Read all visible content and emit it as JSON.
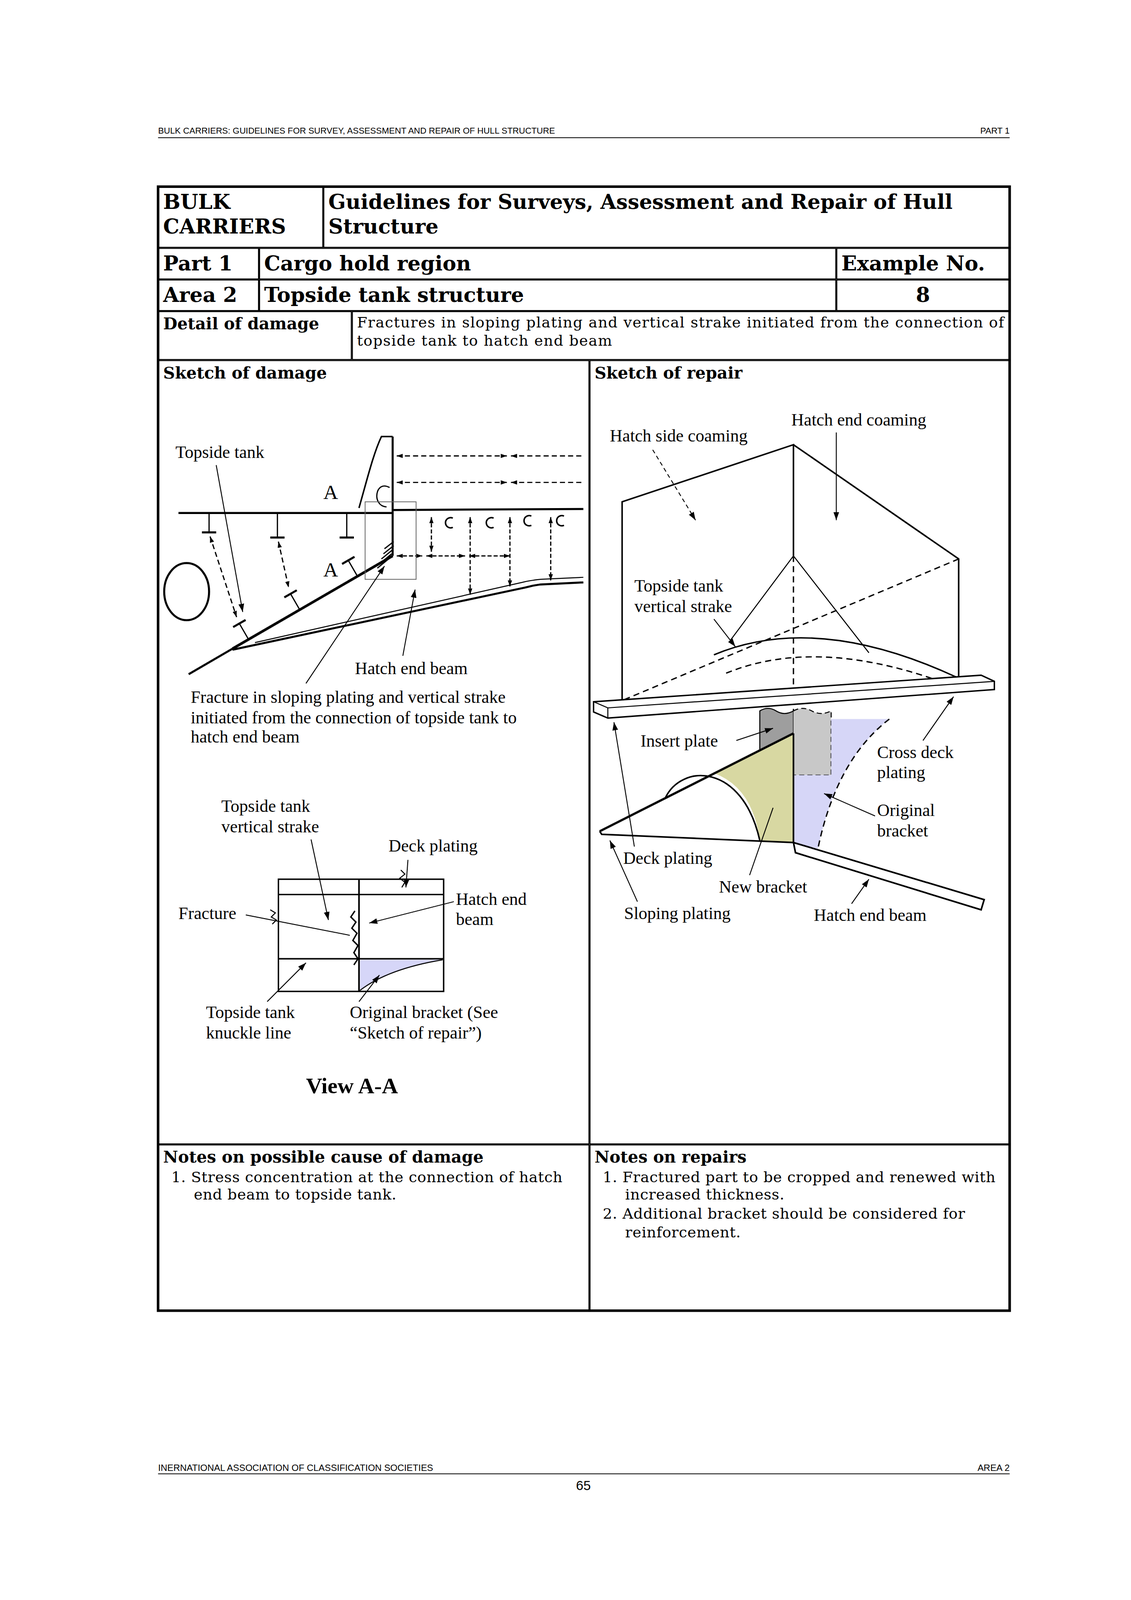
{
  "diagram": {
    "nodes": [
      {
        "text": [
          "BULK CARRIERS"
        ]
      },
      {
        "text": [
          "Guidelines for Surveys, Assessment and Repair of Hull Structure"
        ]
      },
      {
        "text": [
          "Part 1"
        ]
      },
      {
        "text": [
          "Cargo hold region"
        ]
      },
      {
        "text": [
          "Example No."
        ]
      },
      {
        "text": [
          "Area 2"
        ]
      },
      {
        "text": [
          "Topside tank structure"
        ]
      },
      {
        "text": [
          "8"
        ]
      },
      {
        "text": [
          "Detail of damage"
        ]
      },
      {
        "text": [
          "Fractures in sloping plating and vertical strake initiated from the connection of topside tank to hatch end beam"
        ]
      },
      {
        "text": [
          "Sketch of damage"
        ]
      },
      {
        "text": [
          "Sketch of repair"
        ]
      },
      {
        "text": [
          "Notes on possible cause of damage",
          "1. Stress concentration at the connection of hatch end beam to topside tank."
        ]
      },
      {
        "text": [
          "Notes on repairs",
          "1. Fractured part to be cropped and renewed with increased thickness.",
          "2. Additional bracket should be considered for reinforcement."
        ]
      }
    ],
    "labels": [
      "BULK CARRIERS: GUIDELINES FOR SURVEY, ASSESSMENT AND REPAIR OF HULL STRUCTURE",
      "PART 1",
      "Topside tank",
      "A",
      "A",
      "Hatch end beam",
      "Fracture in sloping plating and vertical strake initiated from the connection of topside tank to hatch end beam",
      "Topside tank vertical strake",
      "Deck plating",
      "Fracture",
      "Hatch end beam",
      "Topside tank knuckle line",
      "Original bracket (See “Sketch of repair”)",
      "View A-A",
      "Hatch end coaming",
      "Hatch side coaming",
      "Topside tank vertical strake",
      "Insert plate",
      "Cross deck plating",
      "Original bracket",
      "Deck plating",
      "New bracket",
      "Sloping plating",
      "Hatch end beam",
      "INERNATIONAL ASSOCIATION OF CLASSIFICATION SOCIETIES",
      "AREA 2",
      "65"
    ]
  }
}
